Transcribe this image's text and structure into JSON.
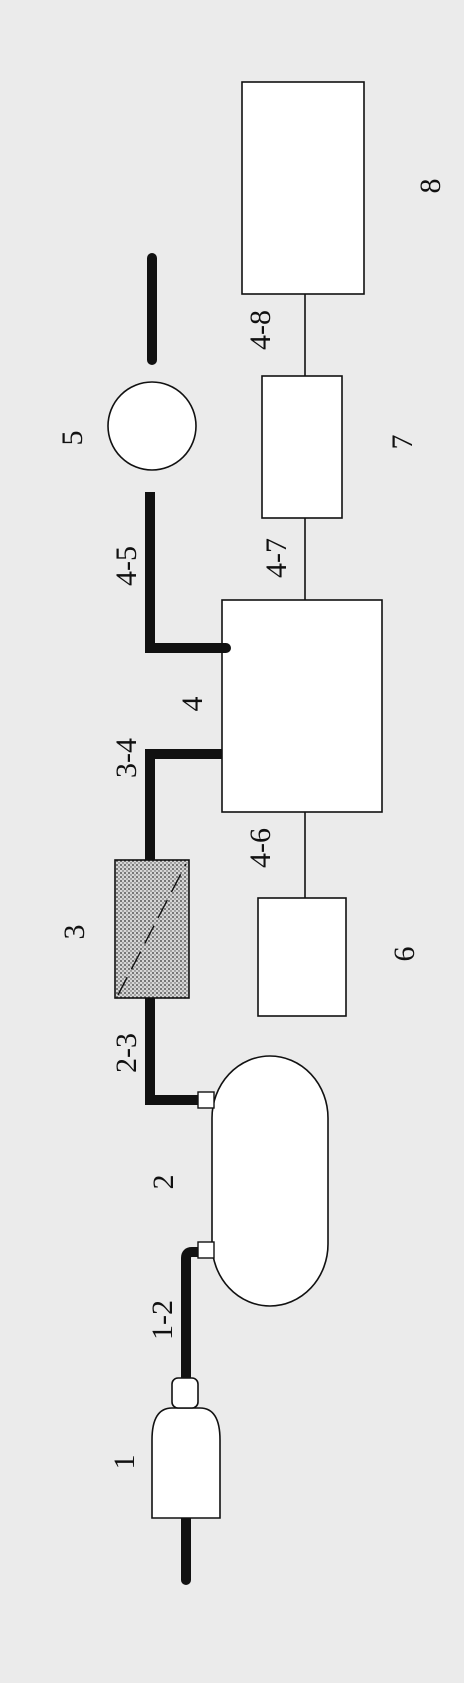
{
  "labels": {
    "c1": "1",
    "c2": "2",
    "c3": "3",
    "c4": "4",
    "c5": "5",
    "c6": "6",
    "c7": "7",
    "c8": "8",
    "l12": "1-2",
    "l23": "2-3",
    "l34": "3-4",
    "l45": "4-5",
    "l46": "4-6",
    "l47": "4-7",
    "l48": "4-8"
  },
  "colors": {
    "background": "#ebebeb",
    "line": "#111111",
    "filter_fill": "#cfcfcf",
    "box_fill": "#ffffff"
  }
}
